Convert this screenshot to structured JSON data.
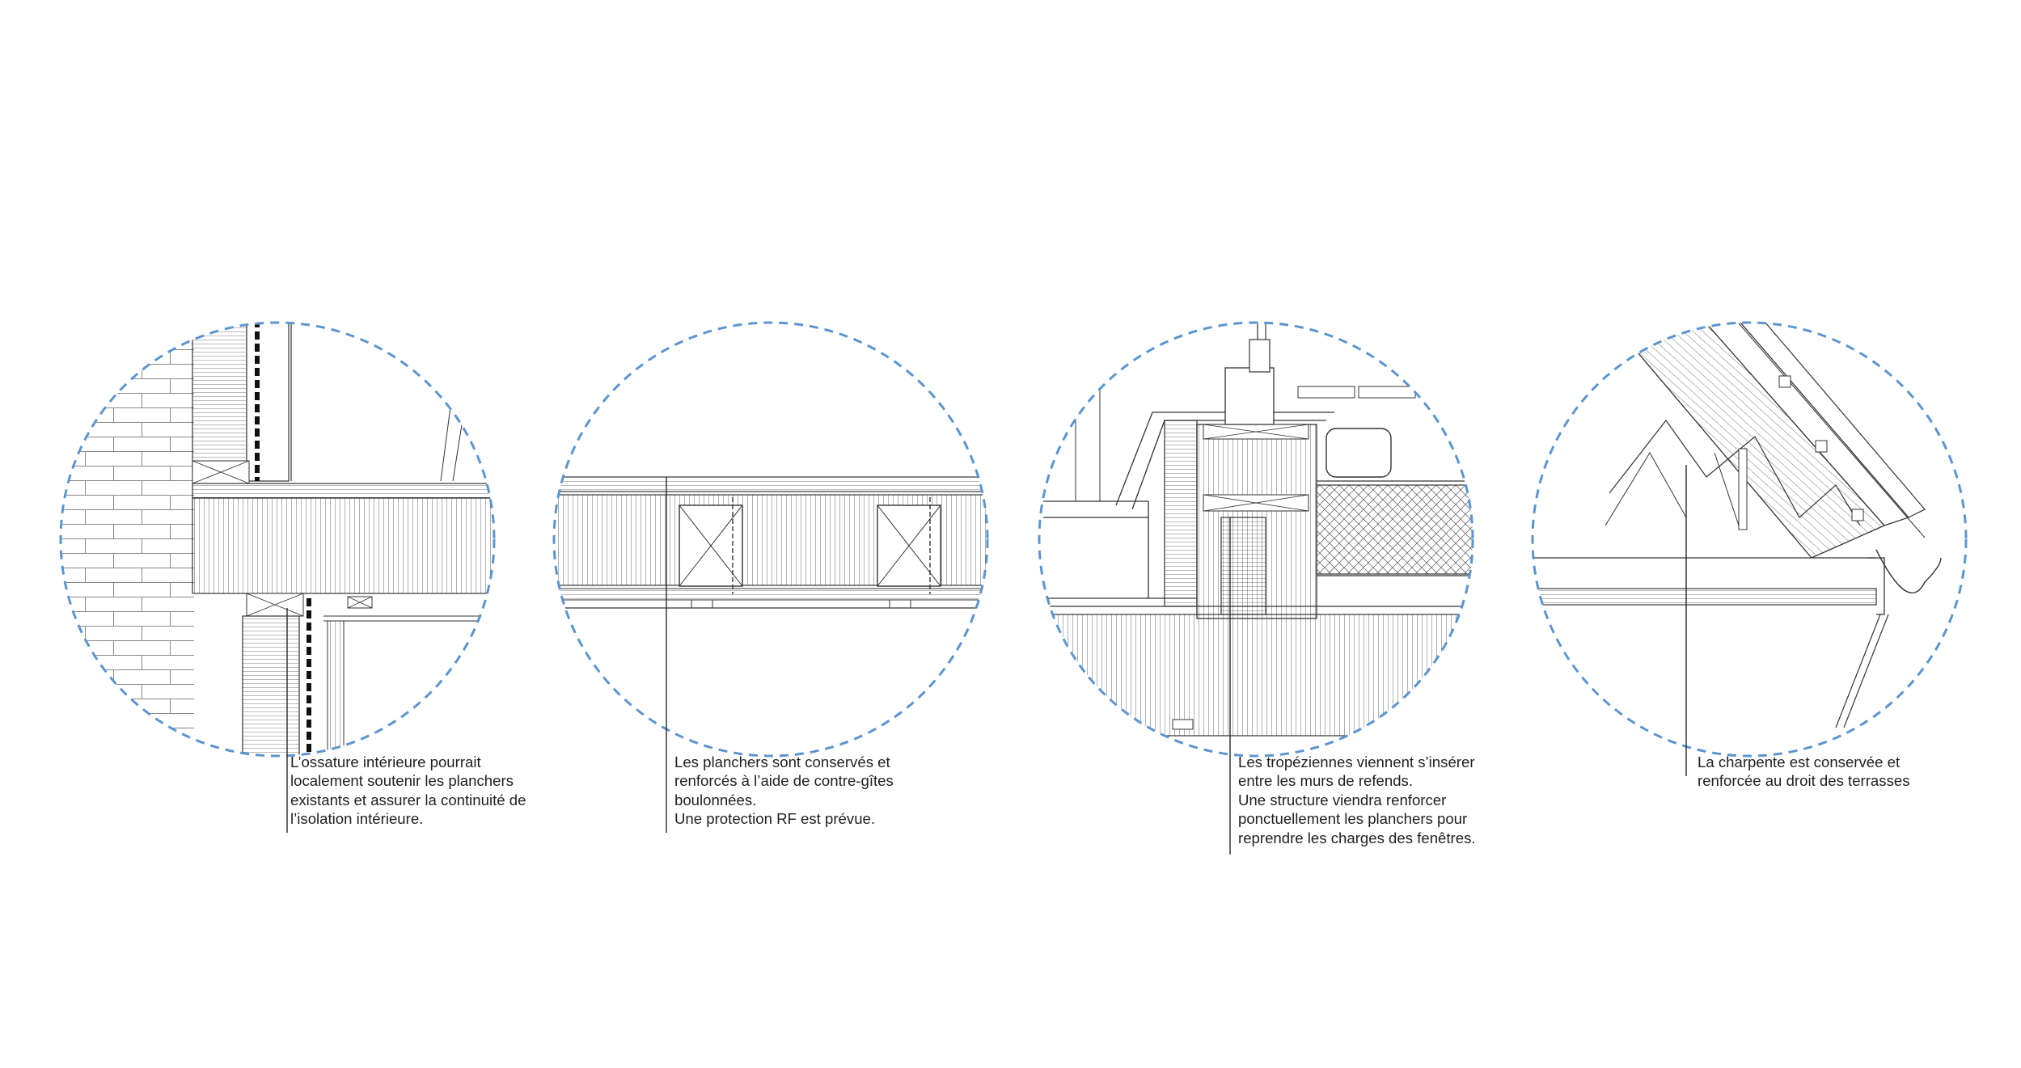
{
  "colors": {
    "circle_stroke": "#5b95d0",
    "line_stroke": "#2a2a2a",
    "text": "#1f1f1f"
  },
  "details": [
    {
      "id": "wall-floor-junction",
      "caption_lines": [
        "L’ossature intérieure pourrait",
        "localement soutenir les planchers",
        "existants et assurer la continuité de",
        "l’isolation intérieure."
      ]
    },
    {
      "id": "floor-reinforcement",
      "caption_lines": [
        "Les planchers sont conservés et",
        "renforcés à l’aide de contre-gîtes",
        "boulonnées.",
        "Une protection RF est prévue."
      ]
    },
    {
      "id": "dormer-window",
      "caption_lines": [
        "Les tropéziennes viennent s’insérer",
        "entre les murs de refends.",
        "Une structure viendra renforcer",
        "ponctuellement les planchers pour",
        "reprendre les charges des fenêtres."
      ]
    },
    {
      "id": "roof-frame",
      "caption_lines": [
        "La charpente est conservée et",
        "renforcée au droit des terrasses"
      ]
    }
  ]
}
